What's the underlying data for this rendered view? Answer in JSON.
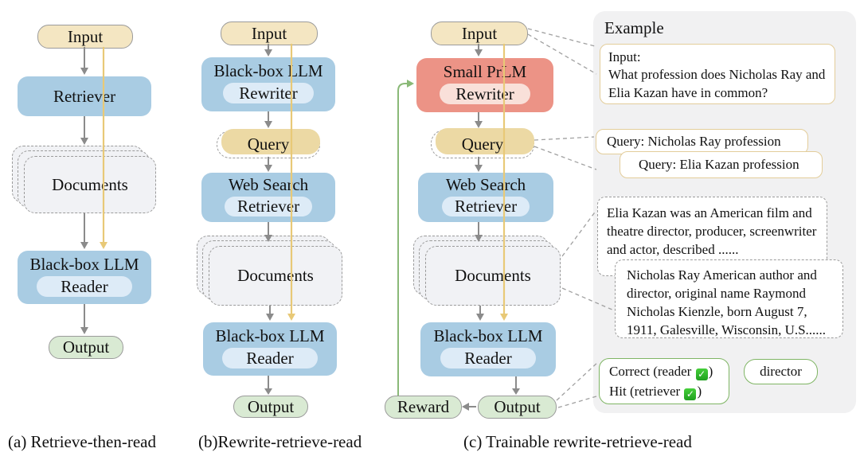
{
  "diagram": {
    "columns": [
      {
        "caption": "(a) Retrieve-then-read",
        "nodes": {
          "input": "Input",
          "retriever": "Retriever",
          "documents": "Documents",
          "reader_title": "Black-box LLM",
          "reader_sub": "Reader",
          "output": "Output"
        }
      },
      {
        "caption": "(b)Rewrite-retrieve-read",
        "nodes": {
          "input": "Input",
          "rewriter_title": "Black-box LLM",
          "rewriter_sub": "Rewriter",
          "query": "Query",
          "retriever_title": "Web Search",
          "retriever_sub": "Retriever",
          "documents": "Documents",
          "reader_title": "Black-box LLM",
          "reader_sub": "Reader",
          "output": "Output"
        }
      },
      {
        "caption": "(c) Trainable rewrite-retrieve-read",
        "nodes": {
          "input": "Input",
          "rewriter_title": "Small PrLM",
          "rewriter_sub": "Rewriter",
          "query": "Query",
          "retriever_title": "Web Search",
          "retriever_sub": "Retriever",
          "documents": "Documents",
          "reader_title": "Black-box LLM",
          "reader_sub": "Reader",
          "output": "Output",
          "reward": "Reward"
        }
      }
    ]
  },
  "example": {
    "title": "Example",
    "input_label": "Input:",
    "input_text": "What profession does Nicholas Ray and Elia Kazan have in common?",
    "query1": "Query: Nicholas Ray profession",
    "query2": "Query: Elia Kazan profession",
    "doc1": "Elia Kazan was an American film and theatre director, producer, screenwriter and actor, described  ......",
    "doc2": "Nicholas Ray American author and director, original name Raymond Nicholas Kienzle, born August 7, 1911, Galesville, Wisconsin, U.S......",
    "reward_line1_prefix": "Correct (reader ",
    "reward_line2_prefix": "Hit (retriever ",
    "reward_suffix": ")",
    "check_glyph": "✓",
    "answer": "director"
  },
  "colors": {
    "blue_box": "#a9cce3",
    "blue_pill": "#ddebf7",
    "red_box": "#ec9386",
    "red_pill": "#f9e0d9",
    "tan_pill": "#f4e6c2",
    "query_fill": "#ecd9a4",
    "green_pill": "#d9ead3",
    "panel_gray": "#f1f1f2",
    "yellow_line": "#e8c977",
    "gray_arrow": "#8b8b8b",
    "green_line": "#8ab977",
    "green_border": "#7fb564",
    "yellow_border": "#e3cd9a"
  }
}
